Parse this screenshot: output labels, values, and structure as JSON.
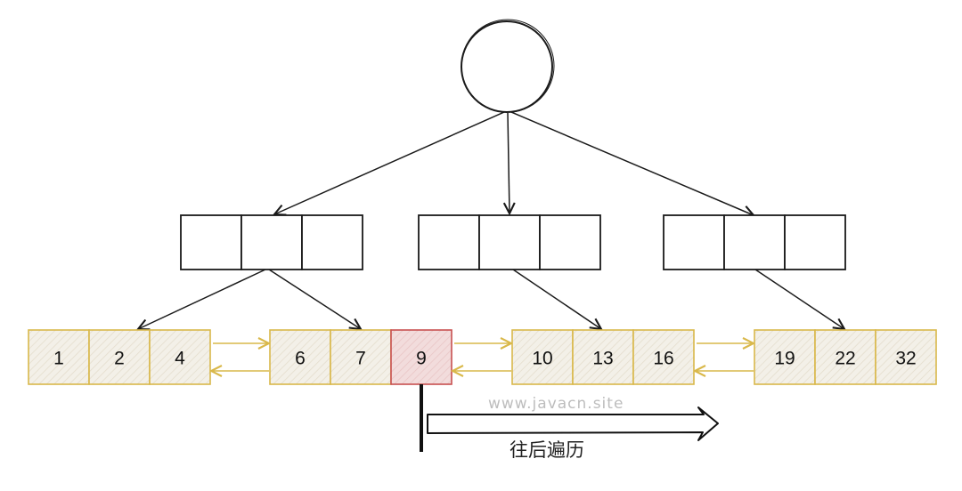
{
  "colors": {
    "leaf_stroke": "#d9b84a",
    "leaf_fill": "#f3f0e8",
    "highlight_stroke": "#c85050",
    "highlight_fill": "#f2dcdc",
    "ink": "#1a1a1a",
    "watermark": "#bdbdbd"
  },
  "leaf_groups": [
    {
      "keys": [
        "1",
        "2",
        "4"
      ]
    },
    {
      "keys": [
        "6",
        "7"
      ]
    },
    {
      "keys": [
        "9"
      ],
      "highlighted": true
    },
    {
      "keys": [
        "10",
        "13",
        "16"
      ]
    },
    {
      "keys": [
        "19",
        "22",
        "32"
      ]
    }
  ],
  "watermark": "www.javacn.site",
  "traverse_label": "往后遍历"
}
